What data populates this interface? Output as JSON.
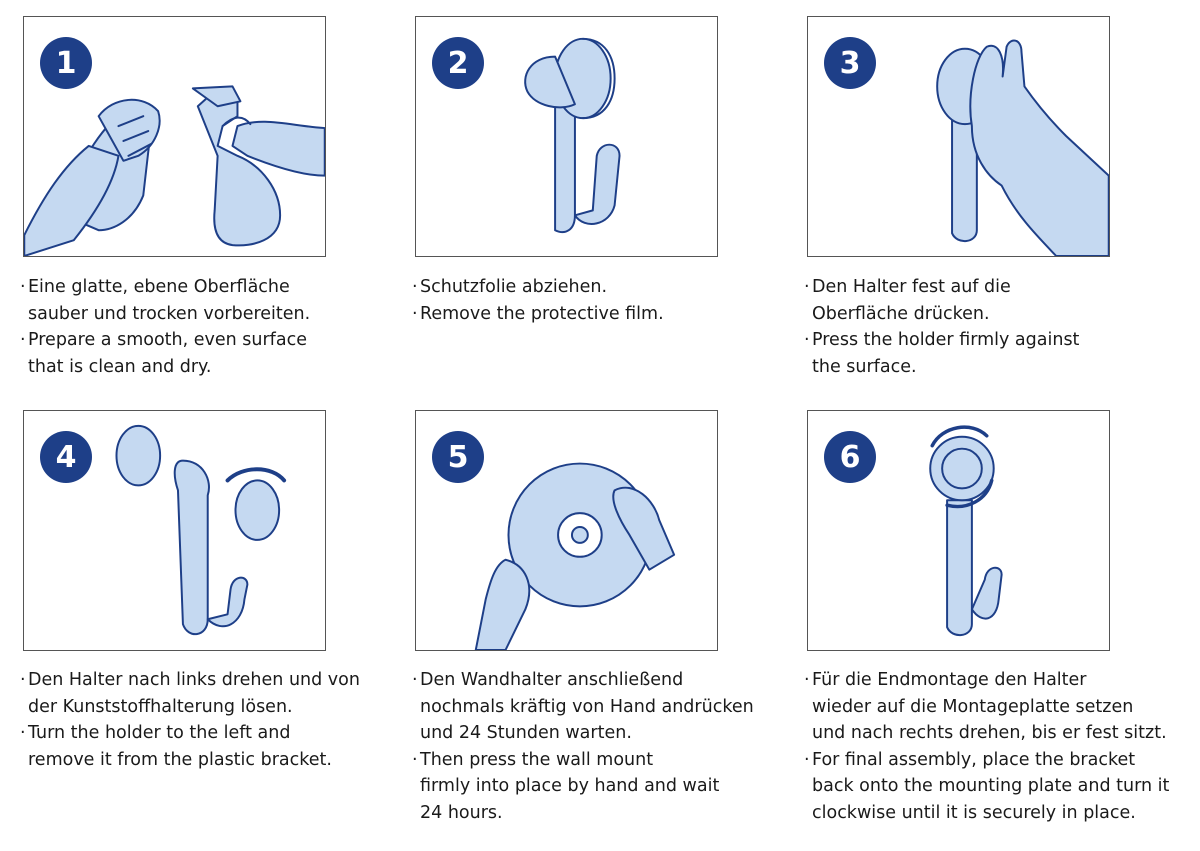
{
  "colors": {
    "badge": "#1e3f88",
    "illustration_fill": "#c5d9f1",
    "illustration_stroke": "#1e3f88",
    "frame": "#555555"
  },
  "steps": [
    {
      "number": "1",
      "icon": "cloth-and-spray-bottle-illustration",
      "lines": [
        "Eine glatte, ebene Oberfläche",
        "sauber und trocken vorbereiten.",
        "Prepare a smooth, even surface",
        "that is clean and dry."
      ]
    },
    {
      "number": "2",
      "icon": "peel-protective-film-illustration",
      "lines": [
        "Schutzfolie abziehen.",
        "Remove the protective film."
      ]
    },
    {
      "number": "3",
      "icon": "press-holder-hand-illustration",
      "lines": [
        "Den Halter fest auf die",
        "Oberfläche drücken.",
        "Press the holder firmly against",
        "the surface."
      ]
    },
    {
      "number": "4",
      "icon": "turn-holder-left-illustration",
      "lines": [
        "Den Halter nach links drehen und von",
        "der Kunststoffhalterung lösen.",
        "Turn the holder to the left and",
        "remove it from the plastic bracket."
      ]
    },
    {
      "number": "5",
      "icon": "press-wall-mount-illustration",
      "lines": [
        "Den Wandhalter anschließend",
        "nochmals kräftig von Hand andrücken",
        "und 24 Stunden warten.",
        "Then press the wall mount",
        "firmly into place by hand and wait",
        "24 hours."
      ]
    },
    {
      "number": "6",
      "icon": "turn-holder-clockwise-illustration",
      "lines": [
        "Für die Endmontage den Halter",
        "wieder auf die Montageplatte setzen",
        "und nach rechts drehen, bis er fest sitzt.",
        "For final assembly, place the bracket",
        "back onto the mounting plate and turn it",
        "clockwise until it is securely in place."
      ]
    }
  ]
}
